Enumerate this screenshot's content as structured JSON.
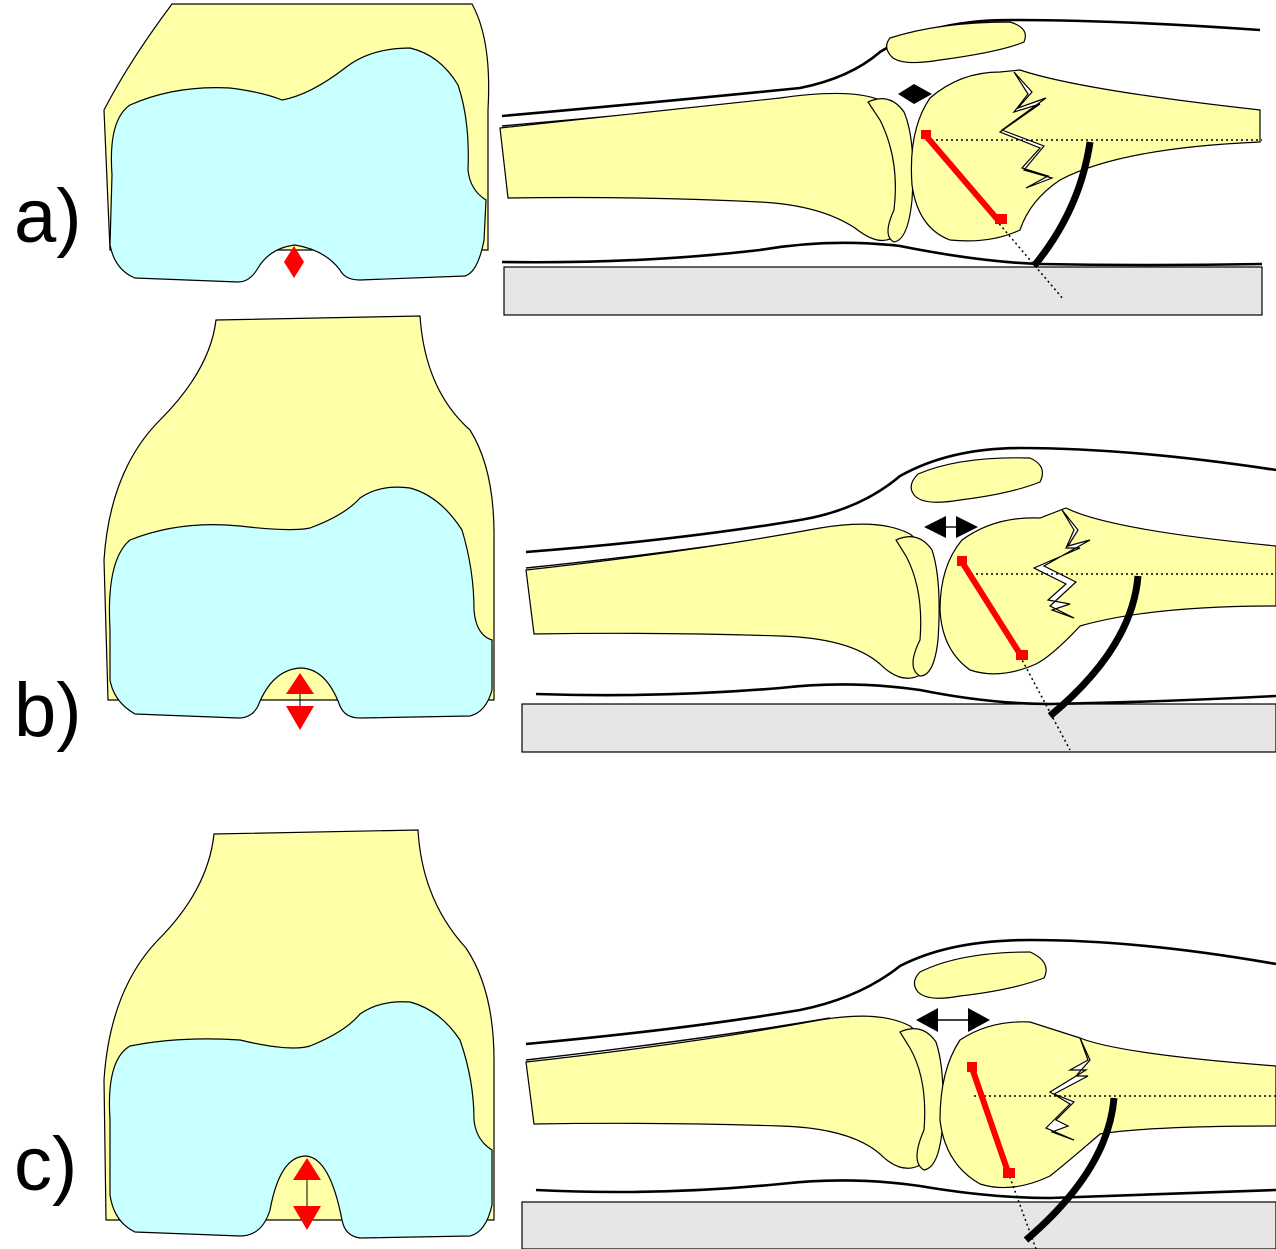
{
  "panels": [
    {
      "label": "a)"
    },
    {
      "label": "b)"
    },
    {
      "label": "c)"
    }
  ],
  "colors": {
    "bone": "#FFFFA8",
    "cartilage": "#C8FFFF",
    "marker_red": "#FF0000",
    "marker_black": "#000000",
    "table": "#E6E6E6",
    "outline": "#000000"
  }
}
